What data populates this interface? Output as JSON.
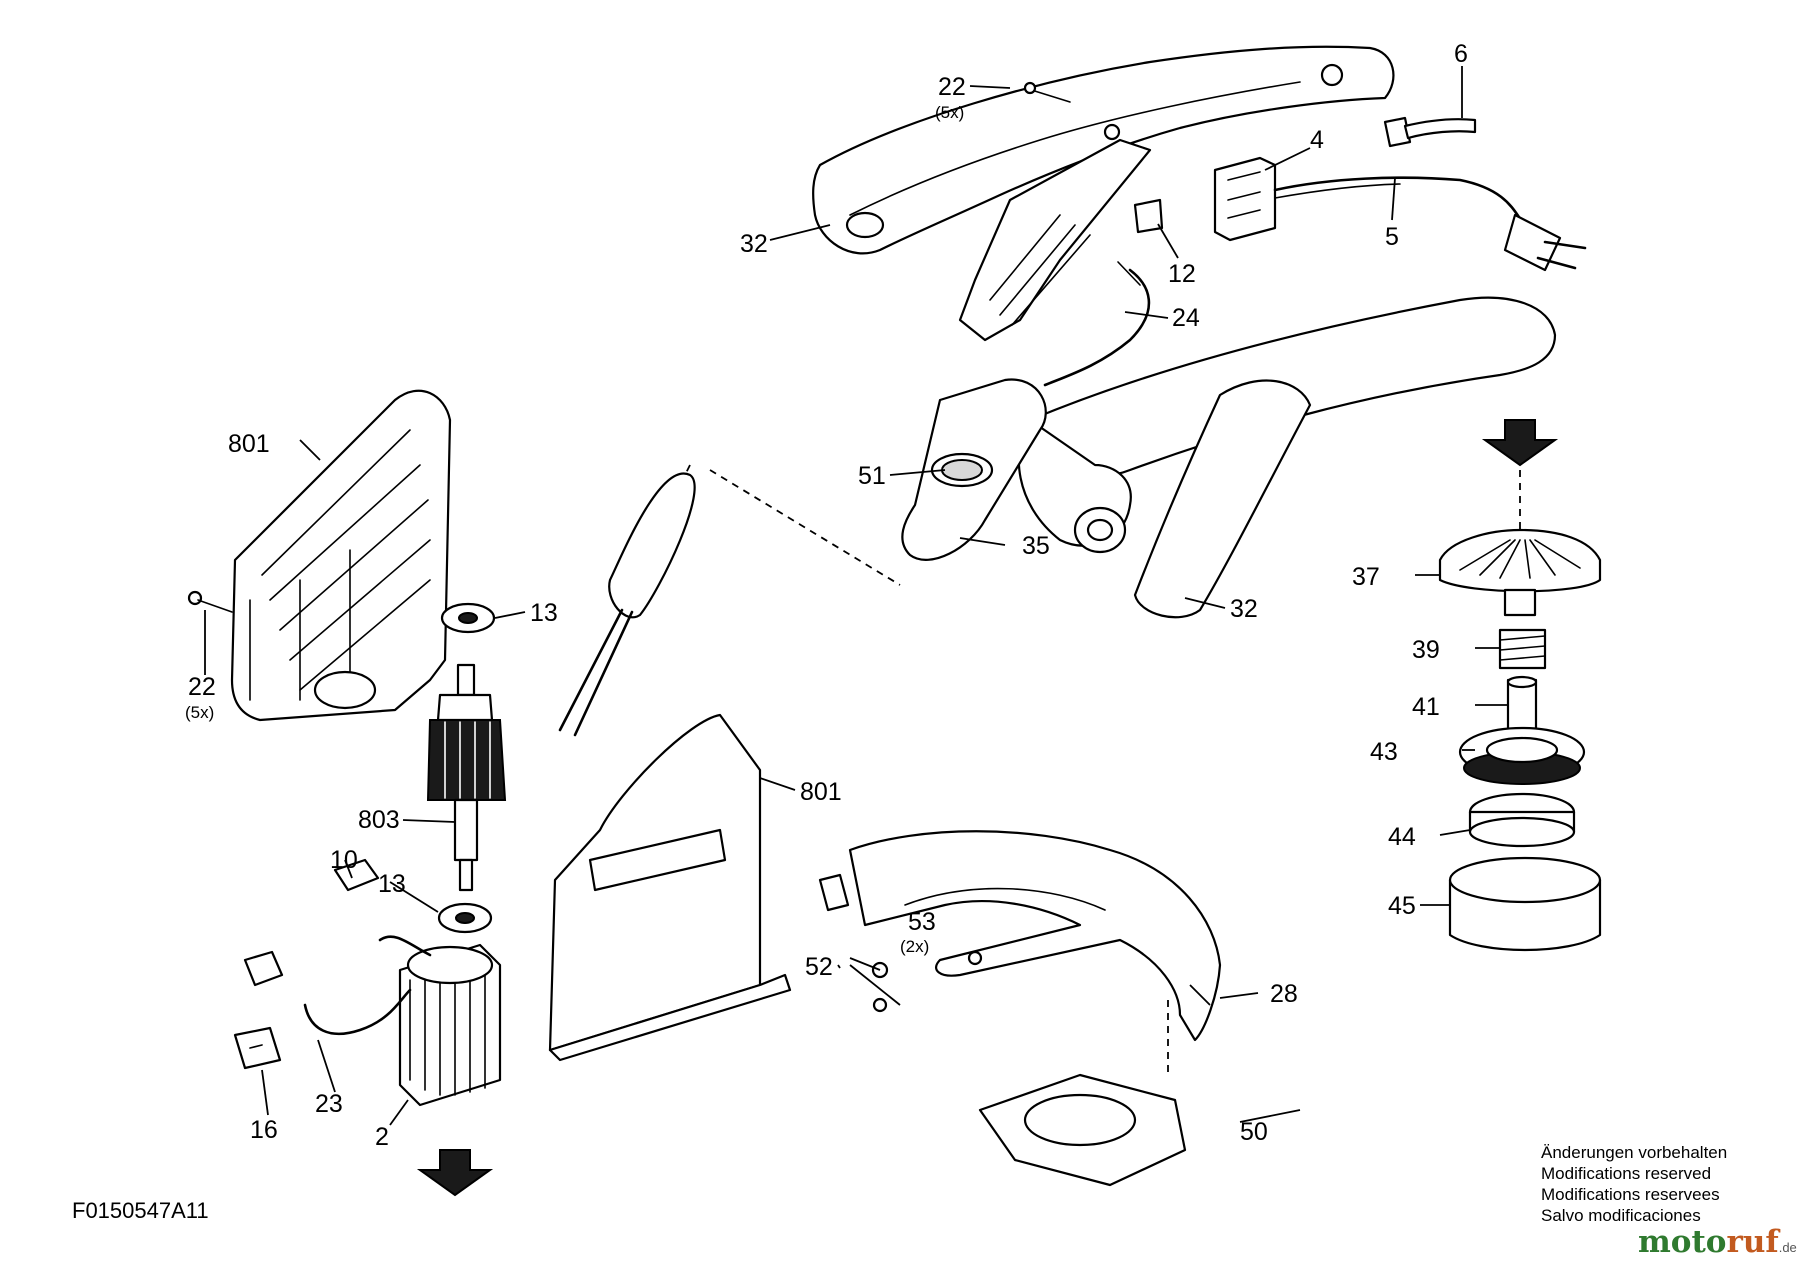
{
  "labels": {
    "l22_top": "22",
    "l22_top_qty": "(5x)",
    "l6": "6",
    "l4": "4",
    "l5": "5",
    "l12": "12",
    "l24": "24",
    "l32_top": "32",
    "l32_right": "32",
    "l801_top": "801",
    "l801_bottom": "801",
    "l51": "51",
    "l35": "35",
    "l13_top": "13",
    "l13_bottom": "13",
    "l22_left": "22",
    "l22_left_qty": "(5x)",
    "l803": "803",
    "l10": "10",
    "l16": "16",
    "l23": "23",
    "l2": "2",
    "l37": "37",
    "l39": "39",
    "l41": "41",
    "l43": "43",
    "l44": "44",
    "l45": "45",
    "l52": "52",
    "l53": "53",
    "l53_qty": "(2x)",
    "l28": "28",
    "l50": "50"
  },
  "figure_code": "F0150547A11",
  "modifications_note": [
    "Änderungen vorbehalten",
    "Modifications reserved",
    "Modifications reservees",
    "Salvo modificaciones"
  ],
  "watermark": {
    "main": "moto",
    "accent": "ruf",
    "suffix": ".de"
  },
  "colors": {
    "line": "#000000",
    "background": "#ffffff",
    "watermark_green": "#2f7a2f",
    "watermark_orange": "#c25a1f"
  }
}
